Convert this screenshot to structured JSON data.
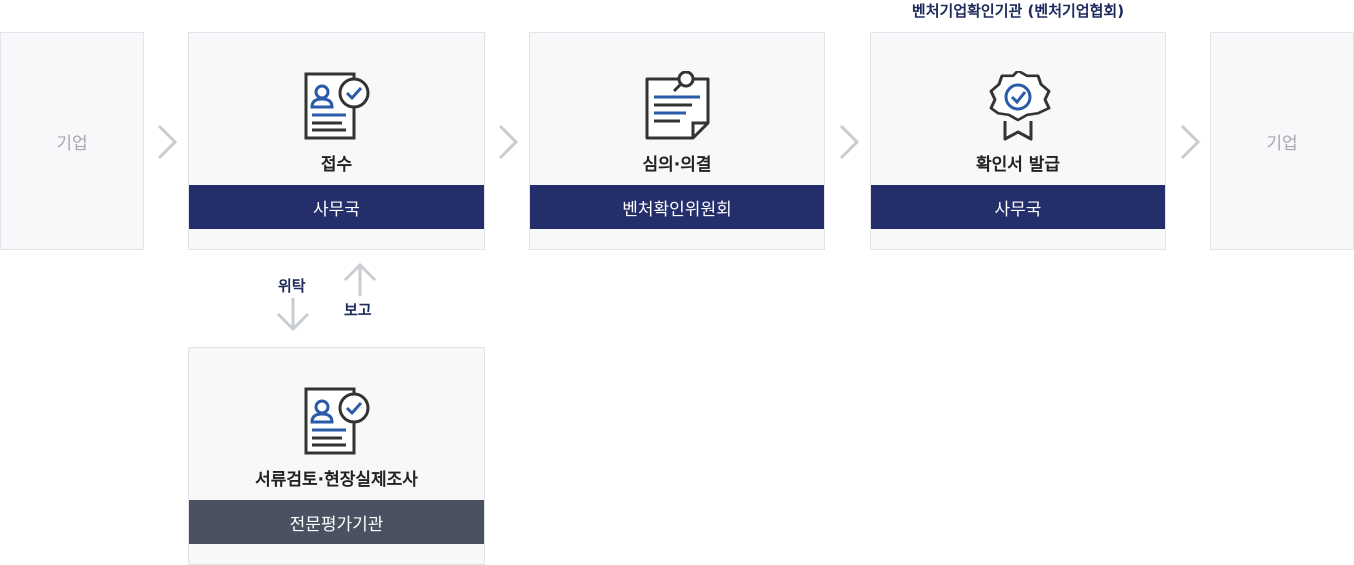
{
  "header_label": "벤처기업확인기관 (벤처기업협회)",
  "start": {
    "label": "기업"
  },
  "end": {
    "label": "기업"
  },
  "steps": [
    {
      "title": "접수",
      "role": "사무국",
      "icon": "resume-check-icon"
    },
    {
      "title": "심의·의결",
      "role": "벤처확인위원회",
      "icon": "document-search-icon"
    },
    {
      "title": "확인서 발급",
      "role": "사무국",
      "icon": "badge-check-icon"
    }
  ],
  "sub_step": {
    "title": "서류검토·현장실제조사",
    "role": "전문평가기관",
    "icon": "resume-check-icon"
  },
  "arrows": {
    "delegate": "위탁",
    "report": "보고"
  },
  "colors": {
    "navy": "#232e6a",
    "slate": "#4a5262",
    "icon_blue": "#2a5ba8",
    "icon_dark": "#333333"
  }
}
